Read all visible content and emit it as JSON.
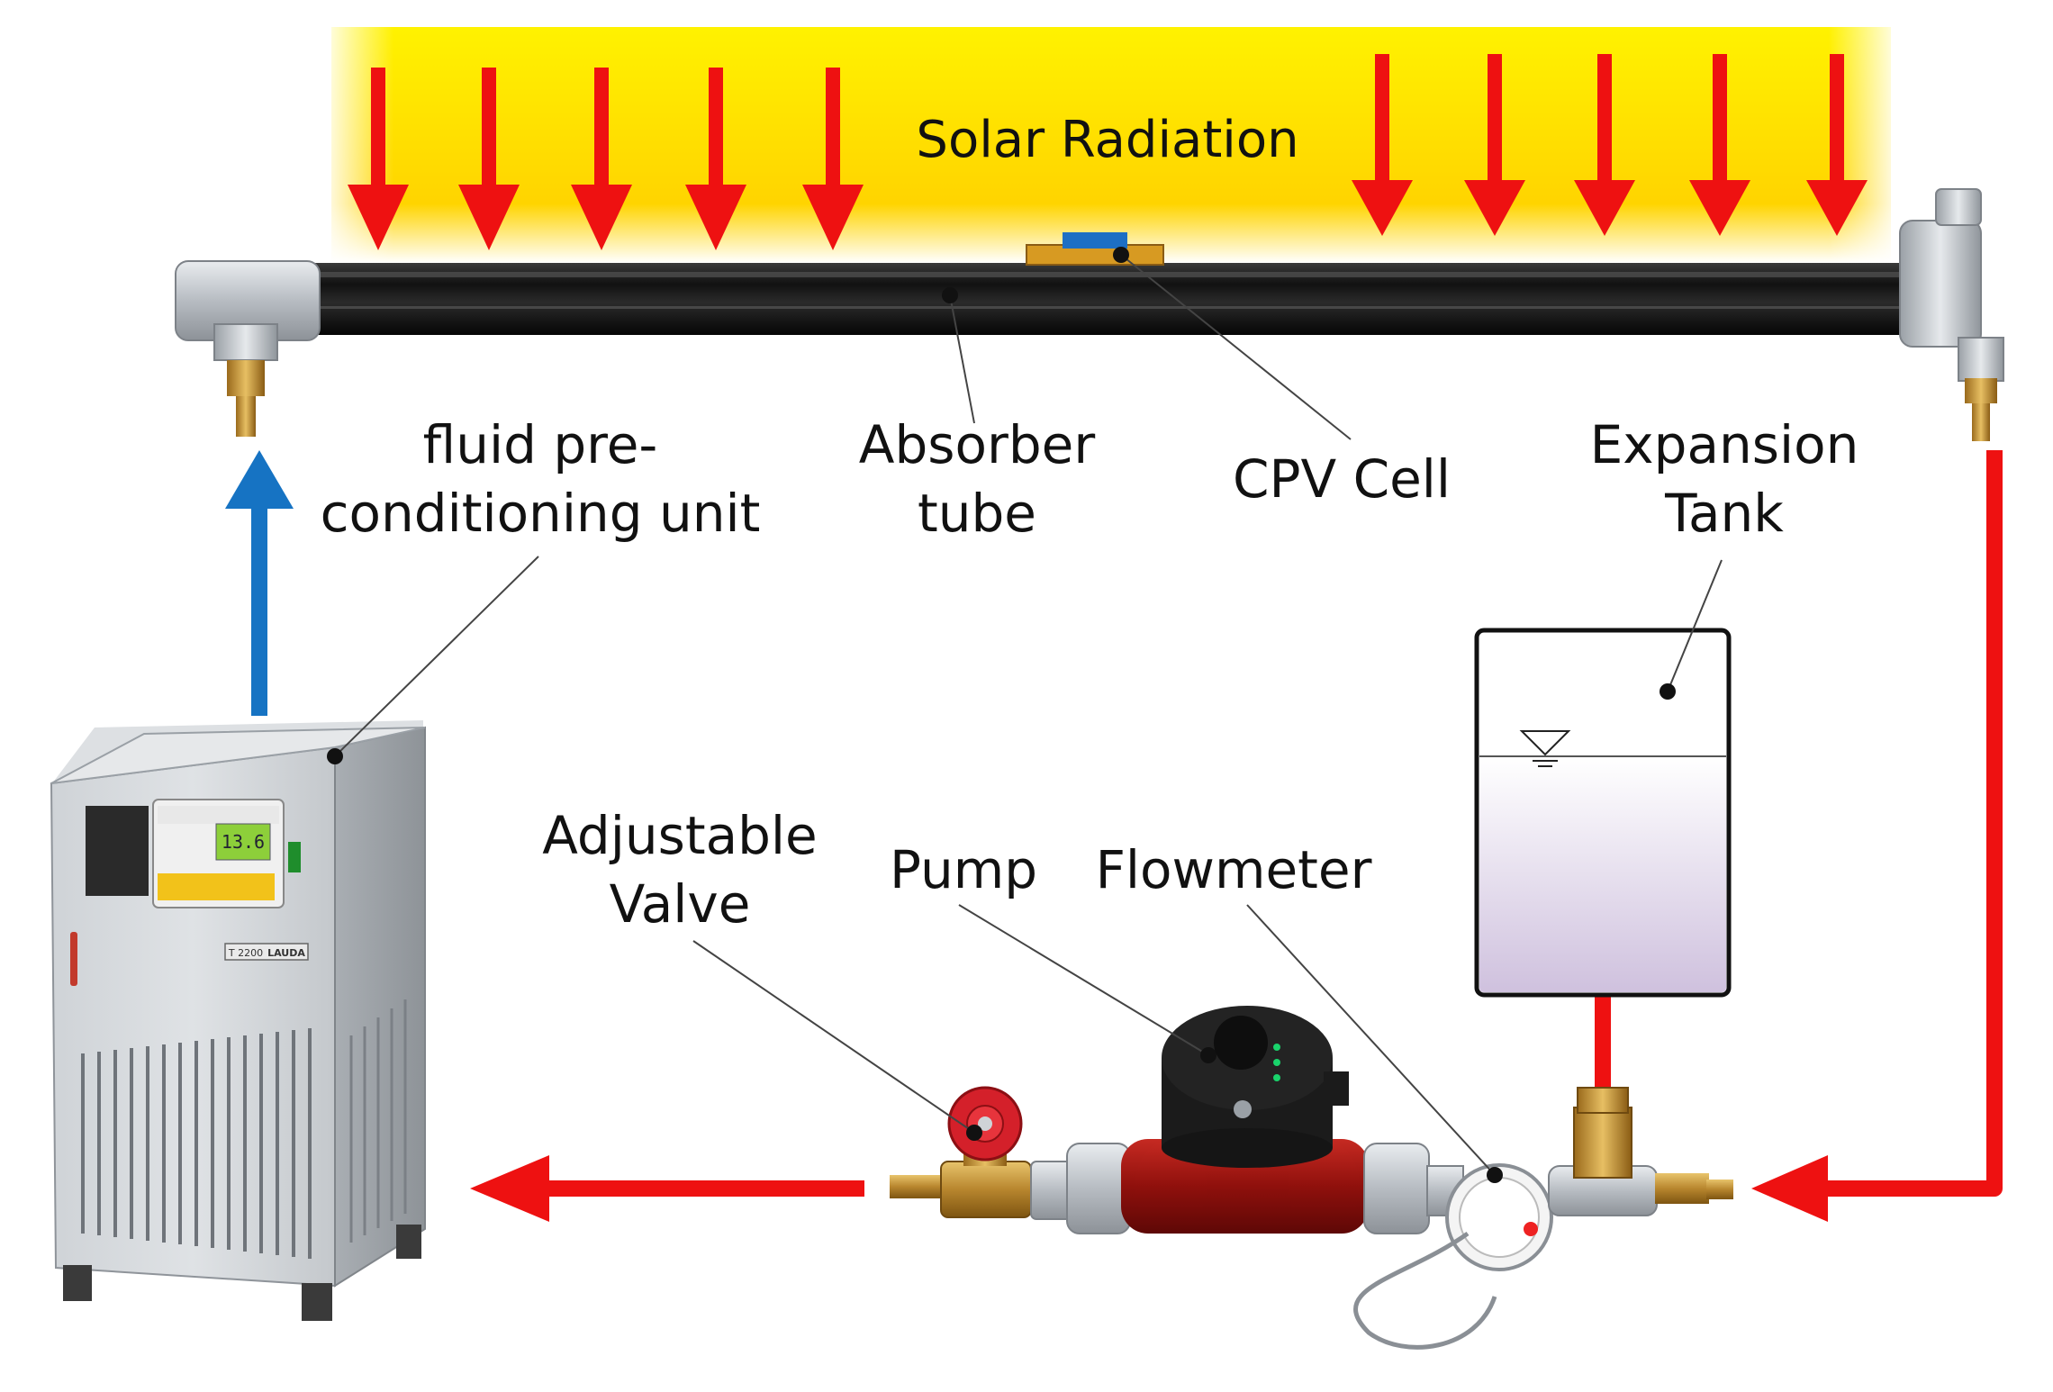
{
  "labels": {
    "solar_radiation": "Solar Radiation",
    "fluid_unit_line1": "fluid pre-",
    "fluid_unit_line2": "conditioning unit",
    "absorber_line1": "Absorber",
    "absorber_line2": "tube",
    "cpv_cell": "CPV Cell",
    "tank_line1": "Expansion",
    "tank_line2": "Tank",
    "valve_line1": "Adjustable",
    "valve_line2": "Valve",
    "pump": "Pump",
    "flowmeter": "Flowmeter"
  },
  "device_text": {
    "chiller_model": "T 2200",
    "chiller_brand": "LAUDA",
    "chiller_display": "13.6"
  },
  "colors": {
    "flow_hot": "#ee1111",
    "flow_cold": "#1673c3",
    "radiation_top": "#fff300",
    "radiation_bottom": "#ffd000",
    "absorber": "#111111",
    "cpv_cell_top": "#1d6fc4",
    "cpv_cell_base": "#d79a22",
    "tank_liquid": "#d9cde4"
  },
  "icons": {
    "radiation_arrows": "arrow-down-icon",
    "return_flow": "arrow-left-icon",
    "supply_flow": "arrow-up-icon",
    "water_level": "water-level-triangle-icon"
  }
}
